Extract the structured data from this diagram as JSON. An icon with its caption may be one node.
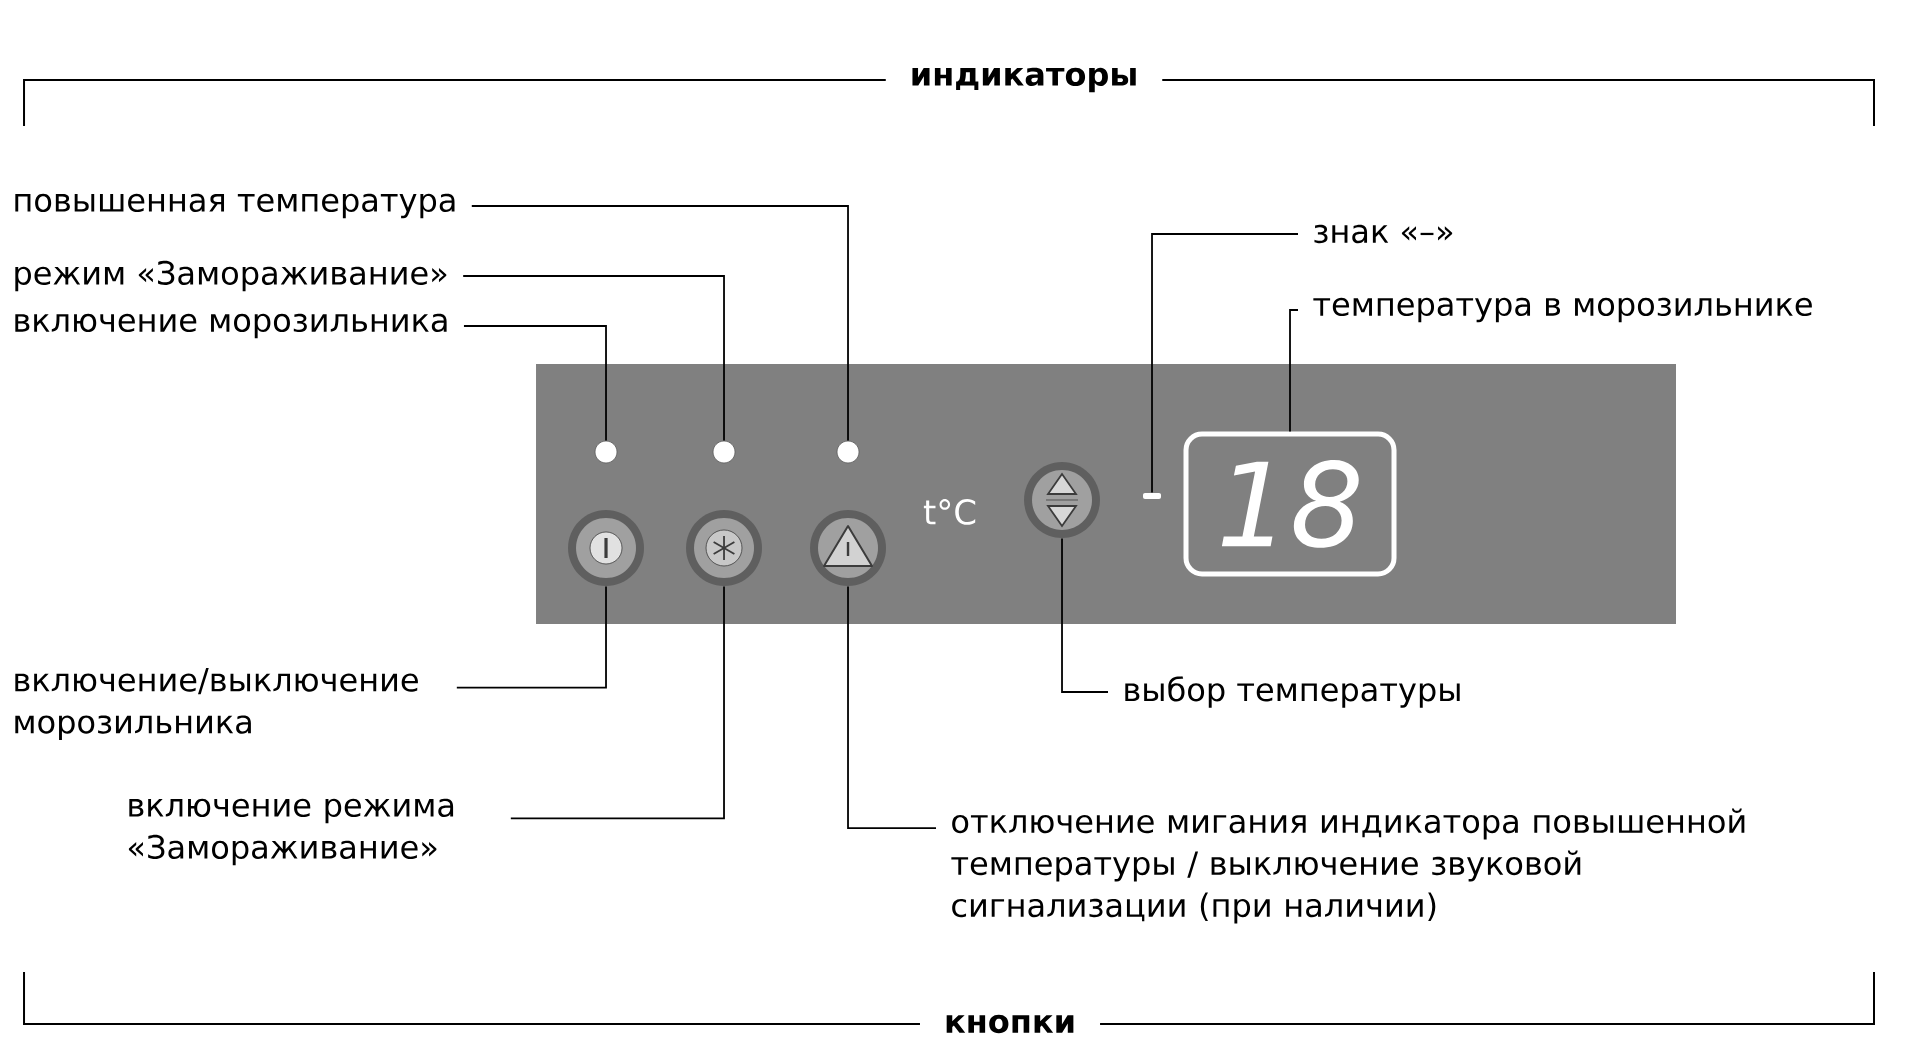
{
  "diagram": {
    "nodes": [
      {
        "text": [
          "t°C"
        ]
      },
      {
        "text": [],
        "shape": "circle",
        "in": 0
      },
      {
        "text": [],
        "shape": "circle",
        "in": 0
      },
      {
        "text": [],
        "shape": "circle",
        "in": 0
      },
      {
        "text": [],
        "shape": "circle",
        "in": 0
      },
      {
        "text": [],
        "shape": "circle",
        "in": 0
      },
      {
        "text": [],
        "shape": "circle",
        "in": 0
      },
      {
        "text": [],
        "shape": "circle",
        "in": 0
      },
      {
        "text": [],
        "shape": "bar",
        "in": 0
      },
      {
        "text": [
          "18"
        ],
        "in": 0
      },
      {
        "text": [
          "повышенная температура"
        ]
      },
      {
        "text": [
          "режим «Замораживание»"
        ]
      },
      {
        "text": [
          "включение морозильника"
        ]
      },
      {
        "text": [
          "знак «–»"
        ]
      },
      {
        "text": [
          "температура в морозильнике"
        ]
      },
      {
        "text": [
          "включение/выключение морозильника"
        ]
      },
      {
        "text": [
          "включение режима «Замораживание»"
        ]
      },
      {
        "text": [
          "отключение мигания индикатора повышенной температуры / выключение звуковой сигнализации (при наличии)"
        ]
      },
      {
        "text": [
          "выбор температуры"
        ]
      }
    ],
    "edges": [
      {
        "from": 10,
        "to": 3,
        "arrow": "none"
      },
      {
        "from": 11,
        "to": 2,
        "arrow": "none"
      },
      {
        "from": 12,
        "to": 1,
        "arrow": "none"
      },
      {
        "from": 13,
        "to": 8,
        "arrow": "none"
      },
      {
        "from": 14,
        "to": 9,
        "arrow": "none"
      },
      {
        "from": 15,
        "to": 4,
        "arrow": "none"
      },
      {
        "from": 16,
        "to": 5,
        "arrow": "none"
      },
      {
        "from": 17,
        "to": 6,
        "arrow": "none"
      },
      {
        "from": 18,
        "to": 7,
        "arrow": "none"
      }
    ],
    "labels": [
      "индикаторы",
      "кнопки"
    ]
  }
}
